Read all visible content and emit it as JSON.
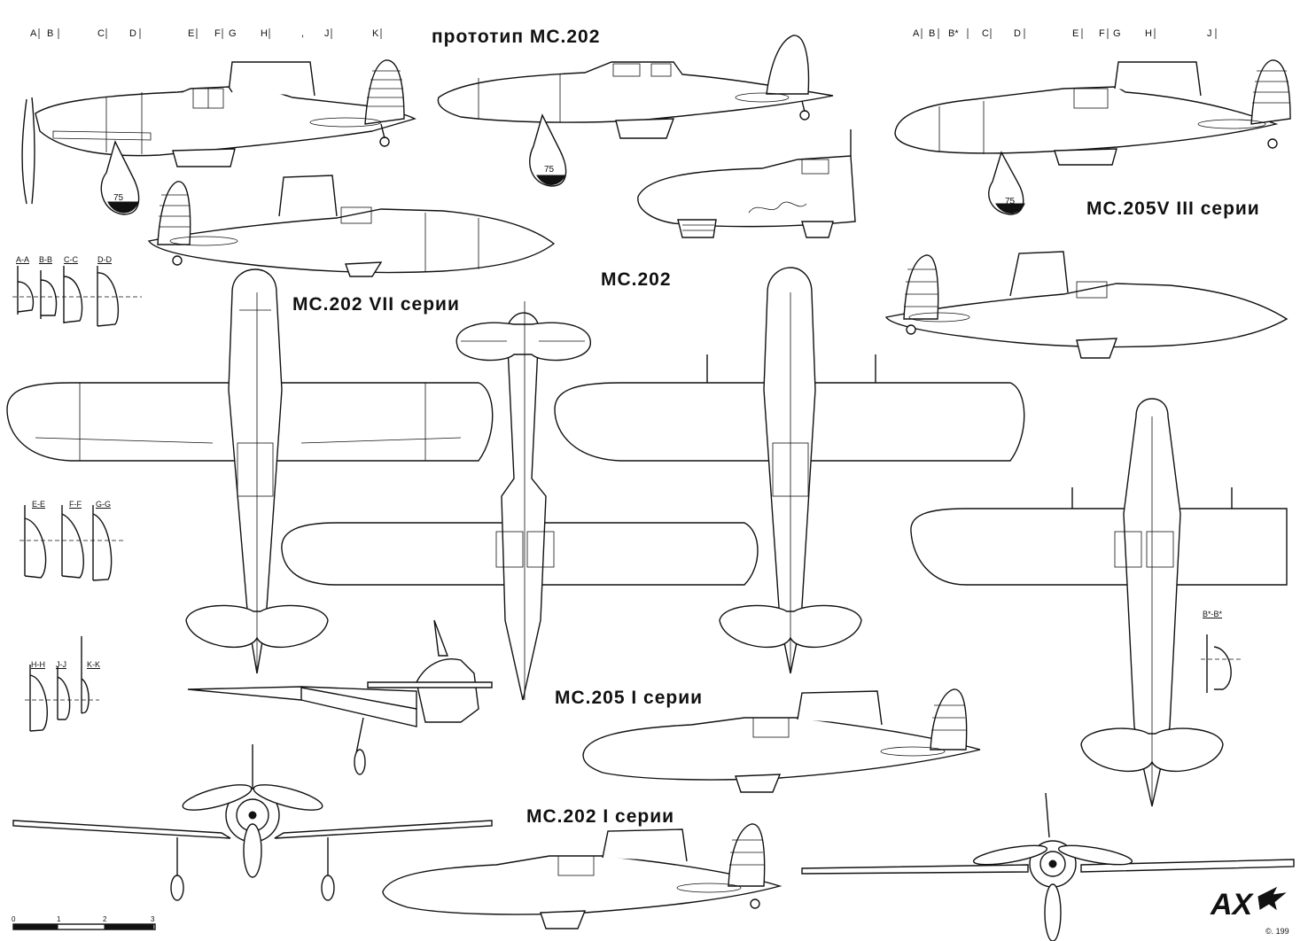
{
  "titles": {
    "proto": "прототип MC.202",
    "mc205v": "MC.205V III серии",
    "mc202": "MC.202",
    "mc202vii": "MC.202 VII серии",
    "mc205i": "MC.205  I серии",
    "mc202i": "MC.202 I серии"
  },
  "station_letters_left": [
    "A",
    "B",
    "C",
    "D",
    "E",
    "F",
    "G",
    "H",
    ",",
    "J",
    "K"
  ],
  "station_letters_right": [
    "A",
    "B",
    "B*",
    "C",
    "D",
    "E",
    "F",
    "G",
    "H",
    "J"
  ],
  "sections_row1": [
    "A-A",
    "B-B",
    "C-C",
    "D-D"
  ],
  "sections_row2": [
    "E-E",
    "F-F",
    "G-G"
  ],
  "sections_row3": [
    "H-H",
    "J-J",
    "K-K"
  ],
  "section_right": "B*-B*",
  "code_75": "75",
  "scale_numbers": [
    "0",
    "1",
    "2",
    "3"
  ],
  "logo": "AX",
  "copyright": "©. 199"
}
